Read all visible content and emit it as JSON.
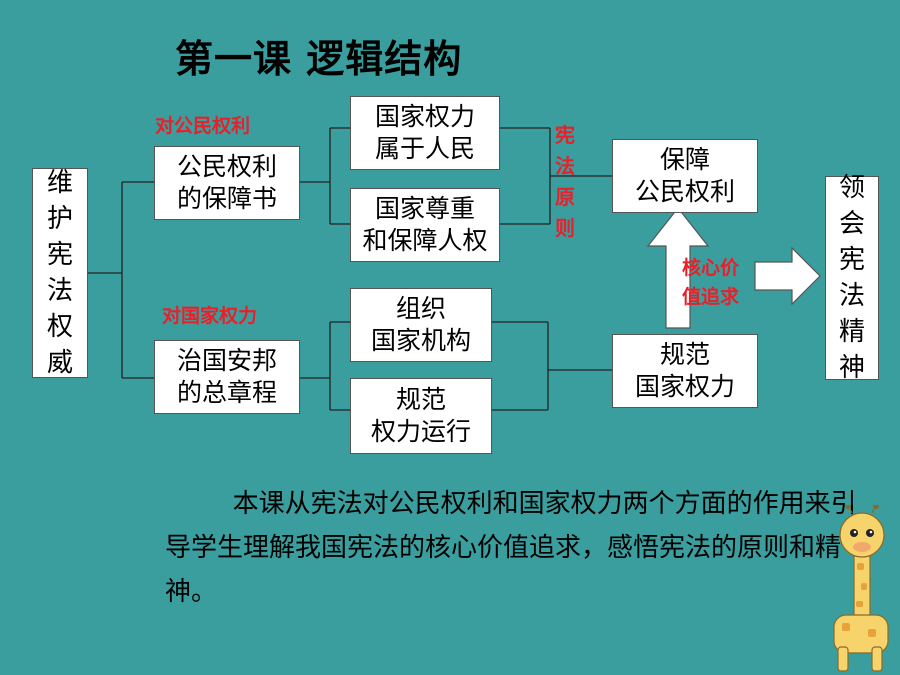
{
  "title": "第一课  逻辑结构",
  "left_box": "维\n护\n宪\n法\n权\n威",
  "upper_label": "对公民权利",
  "lower_label": "对国家权力",
  "charter_box": "公民权利\n的保障书",
  "governance_box": "治国安邦\n的总章程",
  "power_people_box": "国家权力\n属于人民",
  "respect_rights_box": "国家尊重\n和保障人权",
  "organize_box": "组织\n国家机构",
  "regulate_operation_box": "规范\n权力运行",
  "principle_label": "宪\n法\n原\n则",
  "protect_rights_box": "保障\n公民权利",
  "regulate_power_box": "规范\n国家权力",
  "core_value_label": "核心价\n值追求",
  "spirit_box": "领\n会\n宪\n法\n精\n神",
  "paragraph": "本课从宪法对公民权利和国家权力两个方面的作用来引导学生理解我国宪法的核心价值追求，感悟宪法的原则和精神。",
  "colors": {
    "background": "#3a9e9f",
    "accent_red": "#e8202a",
    "box_fill": "#ffffff"
  }
}
